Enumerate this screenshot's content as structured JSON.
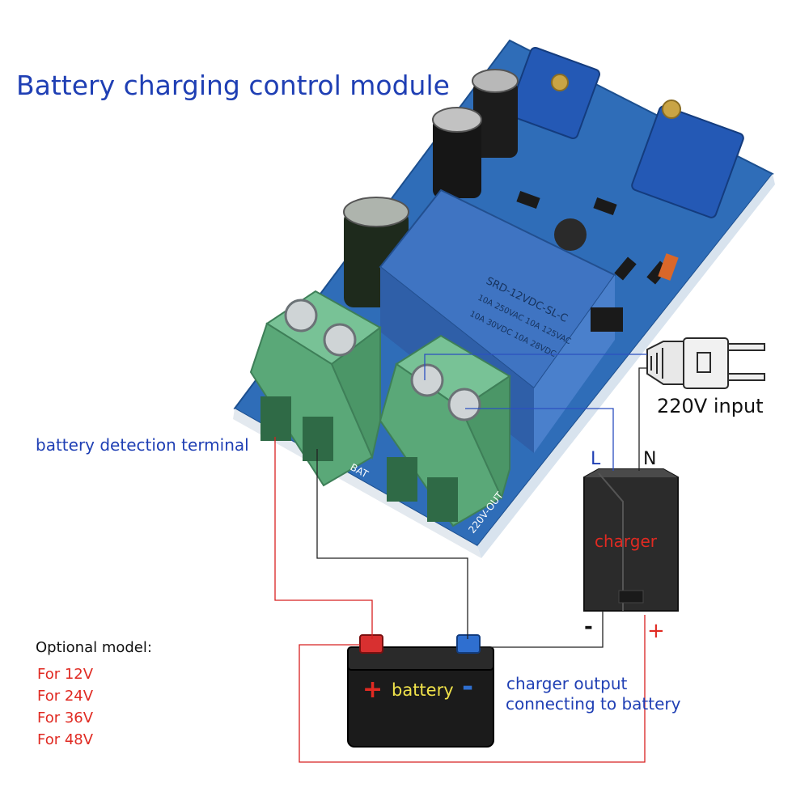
{
  "title": "Battery charging control module",
  "labels": {
    "detection_terminal": "battery detection terminal",
    "input": "220V input",
    "live": "L",
    "neutral": "N",
    "charger": "charger",
    "minus": "-",
    "plus": "+",
    "charger_output_line1": "charger output",
    "charger_output_line2": "connecting to battery"
  },
  "battery": {
    "plus": "+",
    "label": "battery",
    "minus": "-"
  },
  "board": {
    "relay_model": "SRD-12VDC-SL-C",
    "relay_rating1": "10A 250VAC 10A 125VAC",
    "relay_rating2": "10A 30VDC 10A 28VDC",
    "silk_bat": "BAT",
    "silk_out": "220V-OUT"
  },
  "optional": {
    "heading": "Optional model:",
    "models": [
      "For 12V",
      "For 24V",
      "For 36V",
      "For 48V"
    ]
  },
  "colors": {
    "title": "#1f3fb4",
    "accent_red": "#e02a22",
    "pcb_blue": "#2f6db8",
    "terminal_green": "#5aa878",
    "relay_blue": "#3f74c2"
  }
}
